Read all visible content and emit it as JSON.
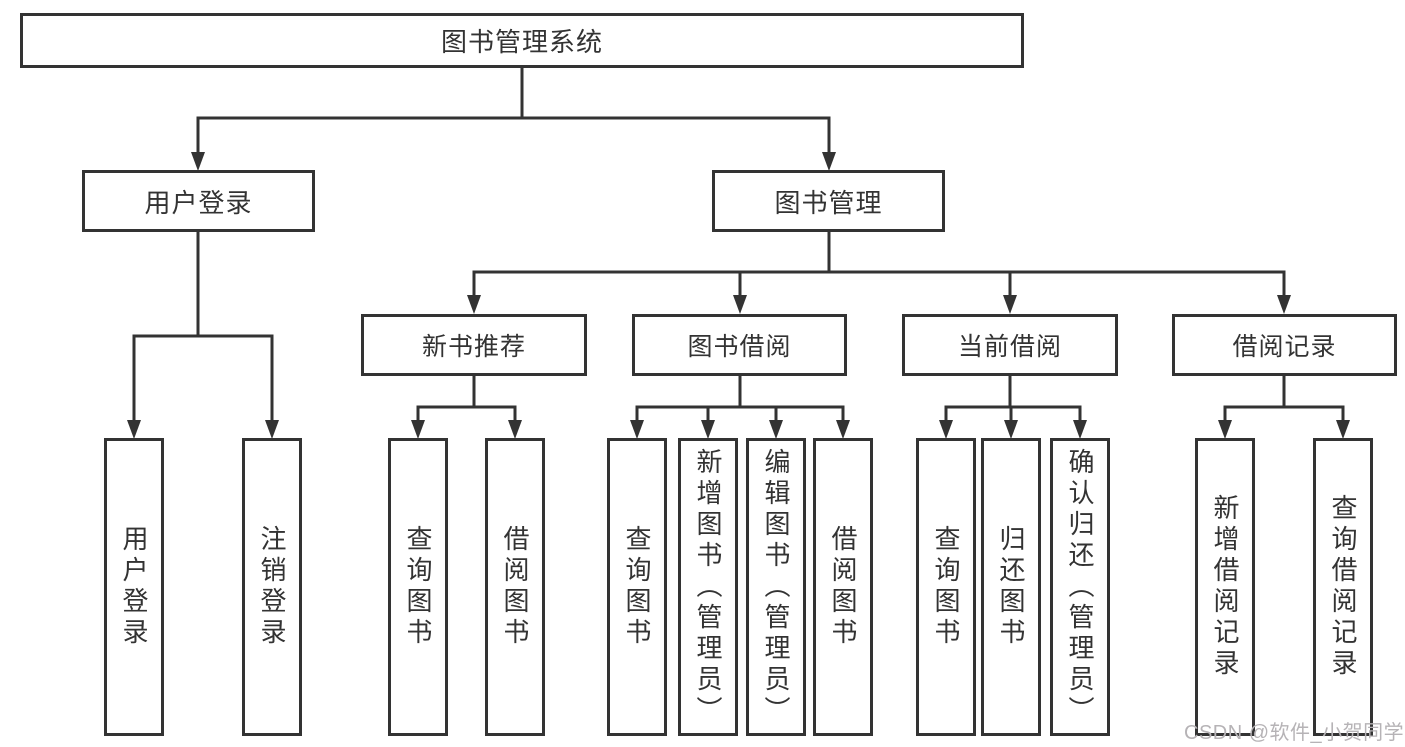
{
  "diagram": {
    "title": "图书管理系统",
    "branches": [
      {
        "label": "用户登录",
        "children": [
          "用户登录",
          "注销登录"
        ]
      },
      {
        "label": "图书管理",
        "sections": [
          {
            "label": "新书推荐",
            "children": [
              "查询图书",
              "借阅图书"
            ]
          },
          {
            "label": "图书借阅",
            "children": [
              "查询图书",
              "新增图书（管理员）",
              "编辑图书（管理员）",
              "借阅图书"
            ]
          },
          {
            "label": "当前借阅",
            "children": [
              "查询图书",
              "归还图书",
              "确认归还（管理员）"
            ]
          },
          {
            "label": "借阅记录",
            "children": [
              "新增借阅记录",
              "查询借阅记录"
            ]
          }
        ]
      }
    ]
  },
  "watermark": {
    "text": "CSDN @软件_小贺同学"
  },
  "colors": {
    "line": "#333333",
    "box_border": "#333333",
    "box_fill": "#ffffff",
    "text": "#333333",
    "watermark": "#b6b3b6",
    "background": "#ffffff"
  }
}
